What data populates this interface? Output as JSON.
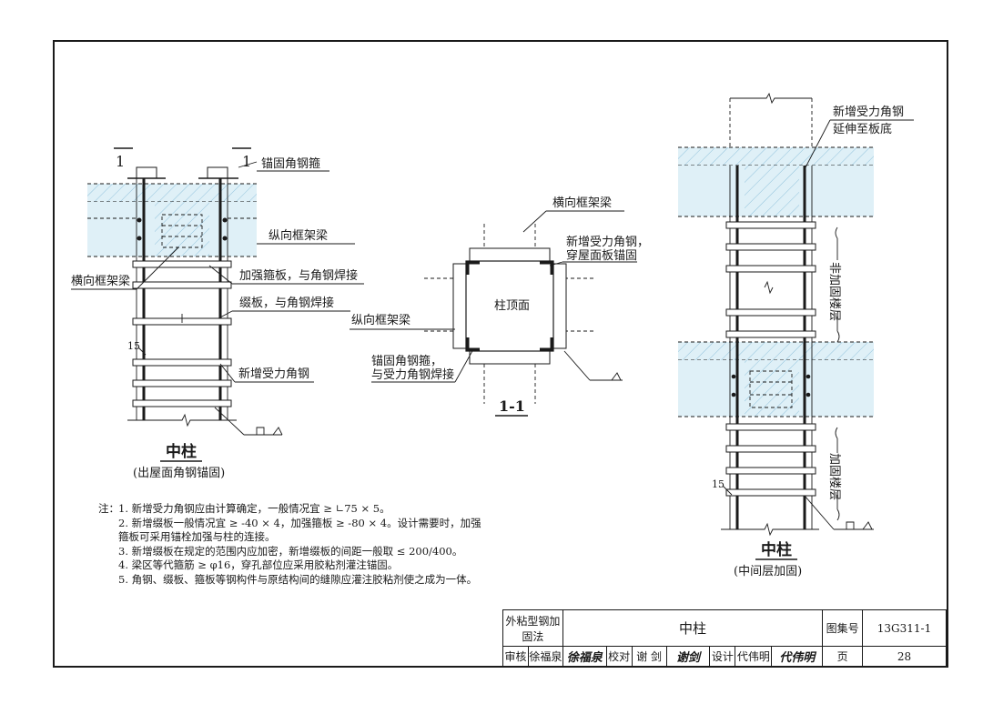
{
  "left_view": {
    "section_mark": "1",
    "labels": {
      "anchor_hoop": "锚固角钢箍",
      "long_beam": "纵向框架梁",
      "trans_beam": "横向框架梁",
      "strong_hoop": "加强箍板，与角钢焊接",
      "batten": "缀板，与角钢焊接",
      "dim_15": "15",
      "new_angle": "新增受力角钢"
    },
    "title": "中柱",
    "subtitle": "(出屋面角钢锚固)"
  },
  "section_view": {
    "labels": {
      "trans_beam": "横向框架梁",
      "new_angle": "新增受力角钢，",
      "new_angle_2": "穿屋面板锚固",
      "col_top": "柱顶面",
      "long_beam": "纵向框架梁",
      "anchor_hoop": "锚固角钢箍，",
      "anchor_hoop_2": "与受力角钢焊接"
    },
    "title": "1-1"
  },
  "right_view": {
    "labels": {
      "new_angle": "新增受力角钢",
      "extend": "延伸至板底",
      "non_reinforced": "非加固楼层",
      "reinforced": "加固楼层",
      "dim_15": "15"
    },
    "title": "中柱",
    "subtitle": "(中间层加固)"
  },
  "notes": {
    "head": "注：",
    "items": [
      "1. 新增受力角钢应由计算确定，一般情况宜 ≥ ∟75 × 5。",
      "2. 新增缀板一般情况宜 ≥ -40 × 4，加强箍板 ≥ -80 × 4。设计需要时，加强箍板可采用锚栓加强与柱的连接。",
      "3. 新增缀板在规定的范围内应加密，新增缀板的间距一般取 ≤ 200/400。",
      "4. 梁区等代箍筋 ≥ φ16，穿孔部位应采用胶粘剂灌注锚固。",
      "5. 角钢、缀板、箍板等钢构件与原结构间的缝隙应灌注胶粘剂使之成为一体。"
    ]
  },
  "title_block": {
    "category": "外粘型钢加固法",
    "drawing_title": "中柱",
    "atlas_label": "图集号",
    "atlas_no": "13G311-1",
    "review_label": "审核",
    "reviewer": "徐福泉",
    "reviewer_sign": "徐福泉",
    "check_label": "校对",
    "checker": "谢 剑",
    "checker_sign": "谢剑",
    "design_label": "设计",
    "designer": "代伟明",
    "designer_sign": "代伟明",
    "page_label": "页",
    "page_no": "28"
  }
}
